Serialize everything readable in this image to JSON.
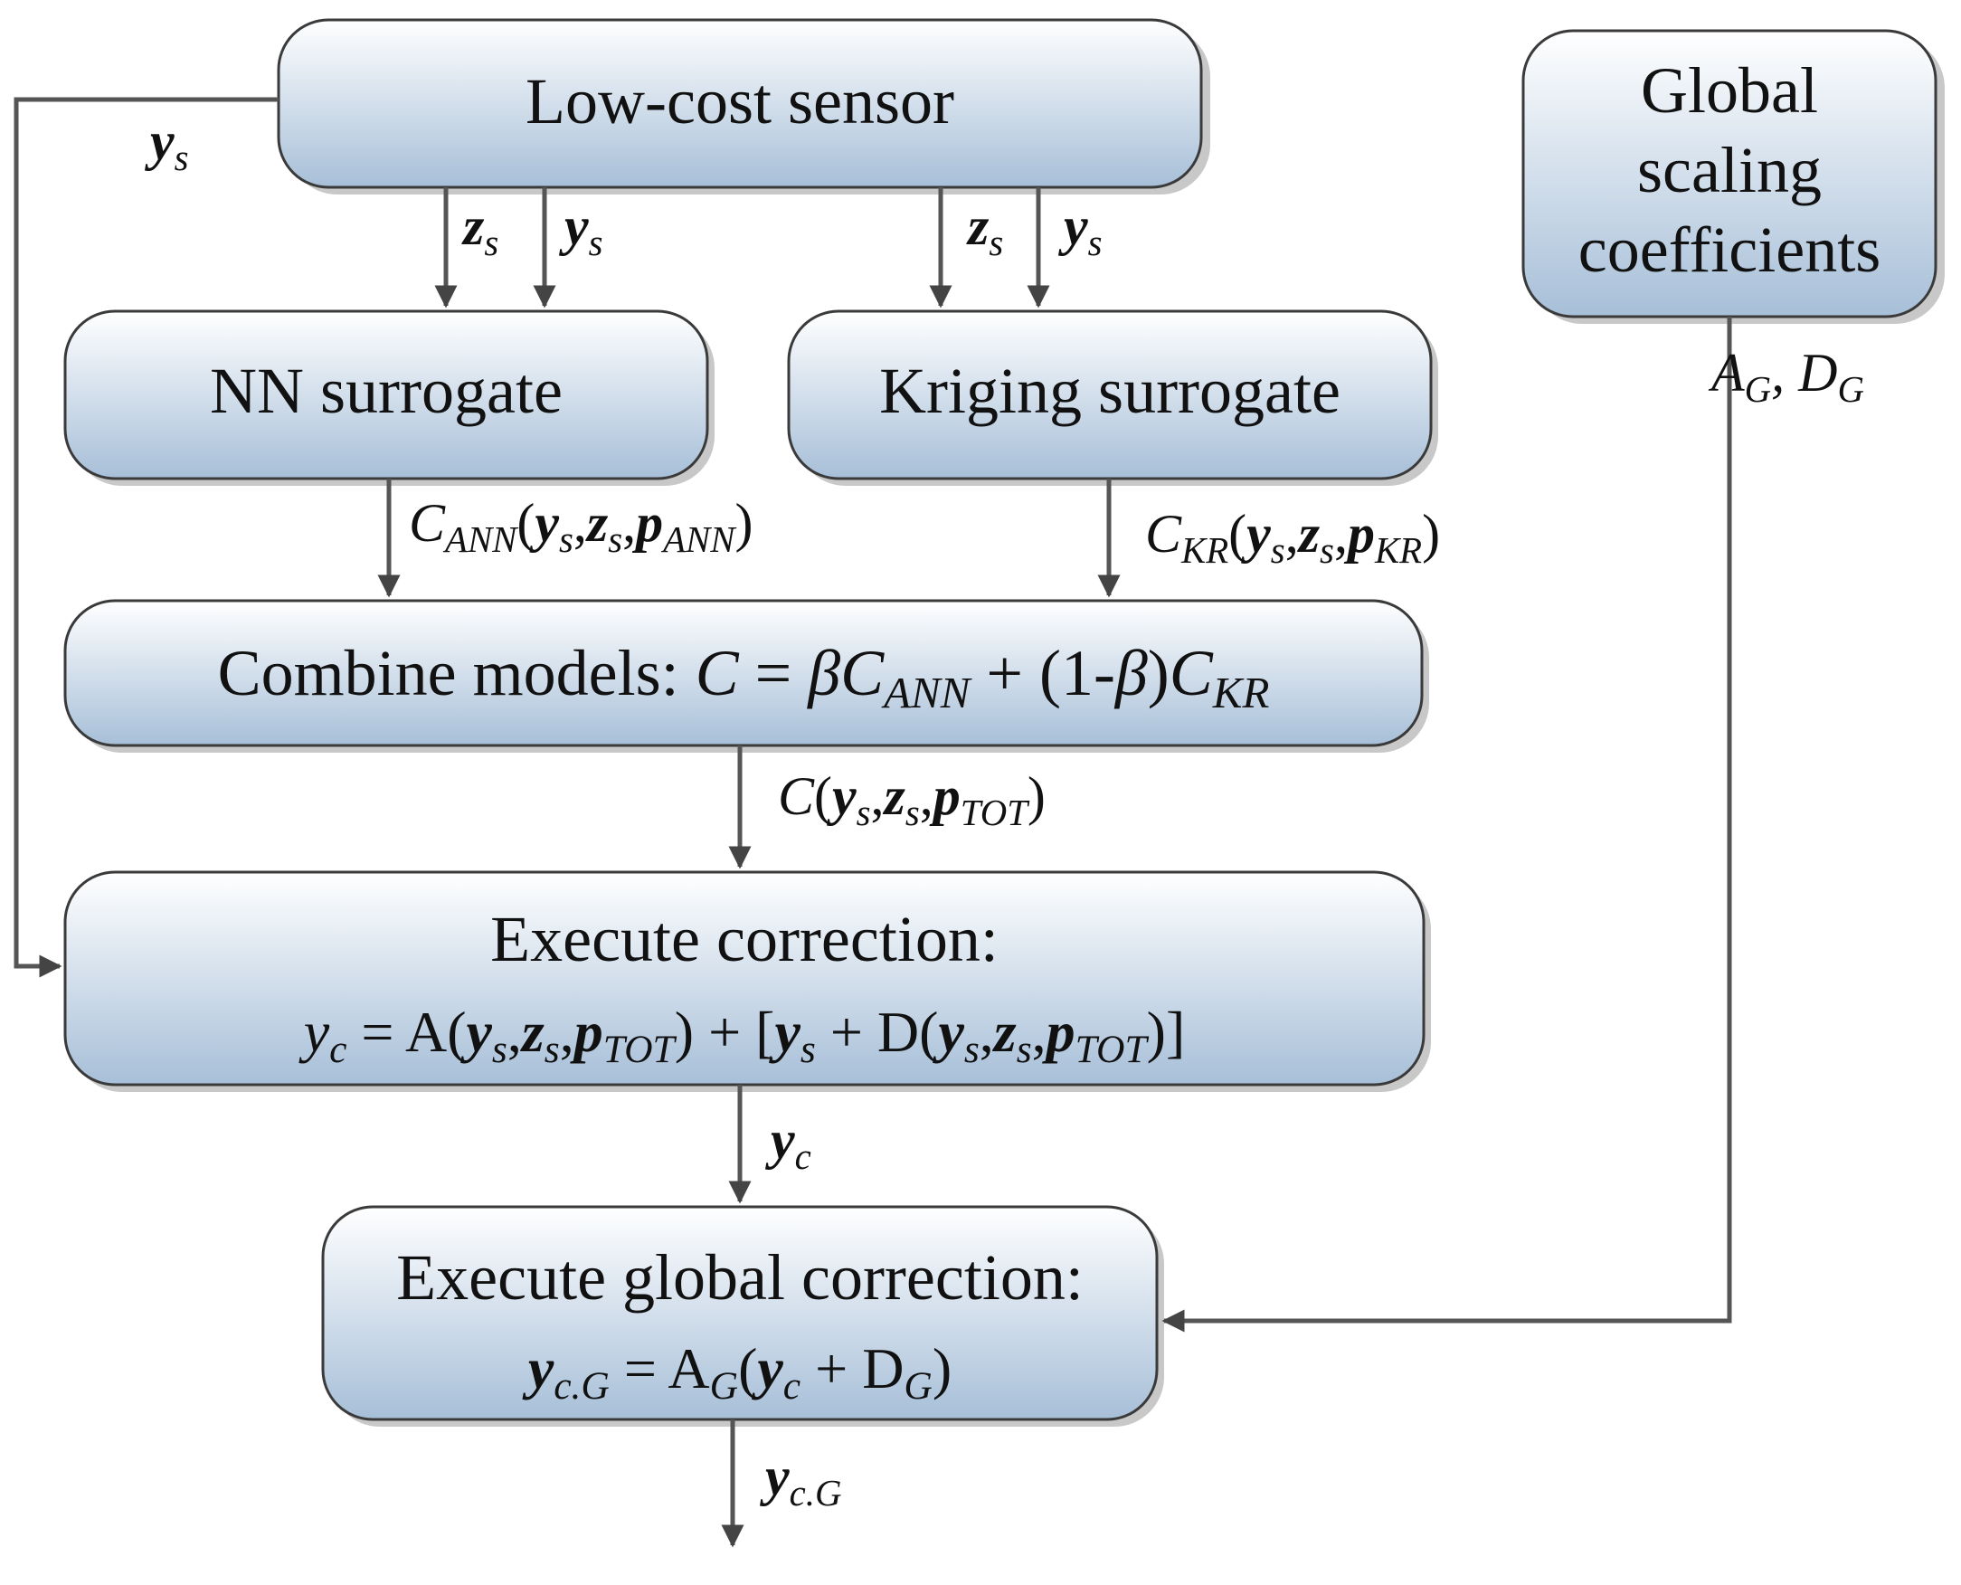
{
  "colors": {
    "box_top": "#ffffff",
    "box_bottom": "#a7bfd8",
    "box_border": "#3a3a3a",
    "arrow": "#555555"
  },
  "boxes": {
    "sensor": {
      "title": "Low-cost sensor"
    },
    "global_coeff": {
      "line1": "Global",
      "line2": "scaling",
      "line3": "coefficients"
    },
    "nn": {
      "title": "NN surrogate"
    },
    "kriging": {
      "title": "Kriging surrogate"
    },
    "combine": {
      "prefix": "Combine models: ",
      "C": "C",
      "eq": " = ",
      "beta": "β",
      "C2": "C",
      "ann": "ANN",
      "plus": " + (1-",
      "beta2": "β",
      "close": ")",
      "C3": "C",
      "kr": "KR"
    },
    "execute": {
      "title": "Execute correction:",
      "yc": "y",
      "c": "c",
      "eqA": " = A(",
      "ys1": "y",
      "s1": "s",
      "comma1": ",",
      "z1": "z",
      "zs1": "s",
      "comma2": ",",
      "p1": "p",
      "tot1": "TOT",
      "mid": ") + [",
      "ys2": "y",
      "s2": "s",
      "plusD": " + D(",
      "ys3": "y",
      "s3": "s",
      "comma3": ",",
      "z2": "z",
      "zs2": "s",
      "comma4": ",",
      "p2": "p",
      "tot2": "TOT",
      "end": ")]"
    },
    "global_exec": {
      "title": "Execute global correction:",
      "y": "y",
      "sub": "c.G",
      "eq": " = A",
      "G": "G",
      "open": "(",
      "yc": "y",
      "c": "c",
      "plus": " + D",
      "G2": "G",
      "close": ")"
    }
  },
  "labels": {
    "ys_left": {
      "v": "y",
      "s": "s"
    },
    "zs_nn": {
      "v": "z",
      "s": "s"
    },
    "ys_nn": {
      "v": "y",
      "s": "s"
    },
    "zs_kr": {
      "v": "z",
      "s": "s"
    },
    "ys_kr": {
      "v": "y",
      "s": "s"
    },
    "ag_dg": {
      "A": "A",
      "G": "G",
      "comma": ", D",
      "G2": "G"
    },
    "c_ann": {
      "C": "C",
      "sub": "ANN",
      "open": "(",
      "y": "y",
      "s": "s",
      "c1": ",",
      "z": "z",
      "s2": "s",
      "c2": ",",
      "p": "p",
      "psub": "ANN",
      "close": ")"
    },
    "c_kr": {
      "C": "C",
      "sub": "KR",
      "open": "(",
      "y": "y",
      "s": "s",
      "c1": ",",
      "z": "z",
      "s2": "s",
      "c2": ",",
      "p": "p",
      "psub": "KR",
      "close": ")"
    },
    "c_tot": {
      "C": "C",
      "open": "(",
      "y": "y",
      "s": "s",
      "c1": ",",
      "z": "z",
      "s2": "s",
      "c2": ",",
      "p": "p",
      "psub": "TOT",
      "close": ")"
    },
    "yc_out": {
      "v": "y",
      "s": "c"
    },
    "ycg_out": {
      "v": "y",
      "s": "c.G"
    }
  }
}
